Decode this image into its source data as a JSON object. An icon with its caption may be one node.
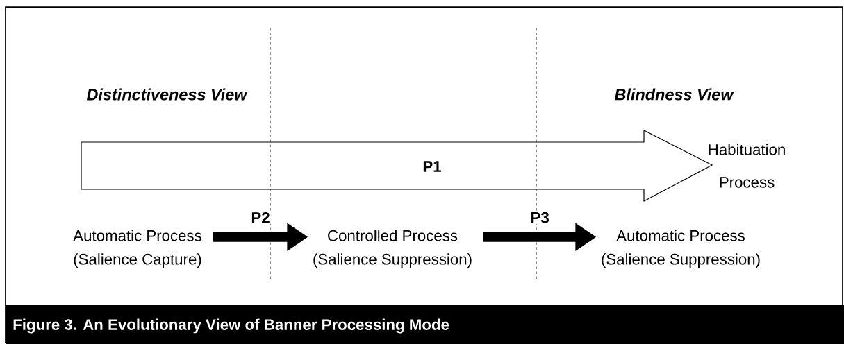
{
  "diagram": {
    "caption": "Figure 3. An Evolutionary View of Banner Processing Mode",
    "nodes": [
      {
        "text": [
          "P1"
        ],
        "beside": [
          "Habituation Process"
        ]
      },
      {
        "text": [
          "Automatic Process",
          "(Salience Capture)"
        ]
      },
      {
        "text": [
          "Controlled Process",
          "(Salience Suppression)"
        ]
      },
      {
        "text": [
          "Automatic Process",
          "(Salience Suppression)"
        ]
      }
    ],
    "edges": [
      {
        "from": 1,
        "to": 2,
        "arrow": "to",
        "label": "P2"
      },
      {
        "from": 2,
        "to": 3,
        "arrow": "to",
        "label": "P3"
      }
    ],
    "labels": [
      "Distinctiveness View",
      "Blindness View"
    ]
  }
}
